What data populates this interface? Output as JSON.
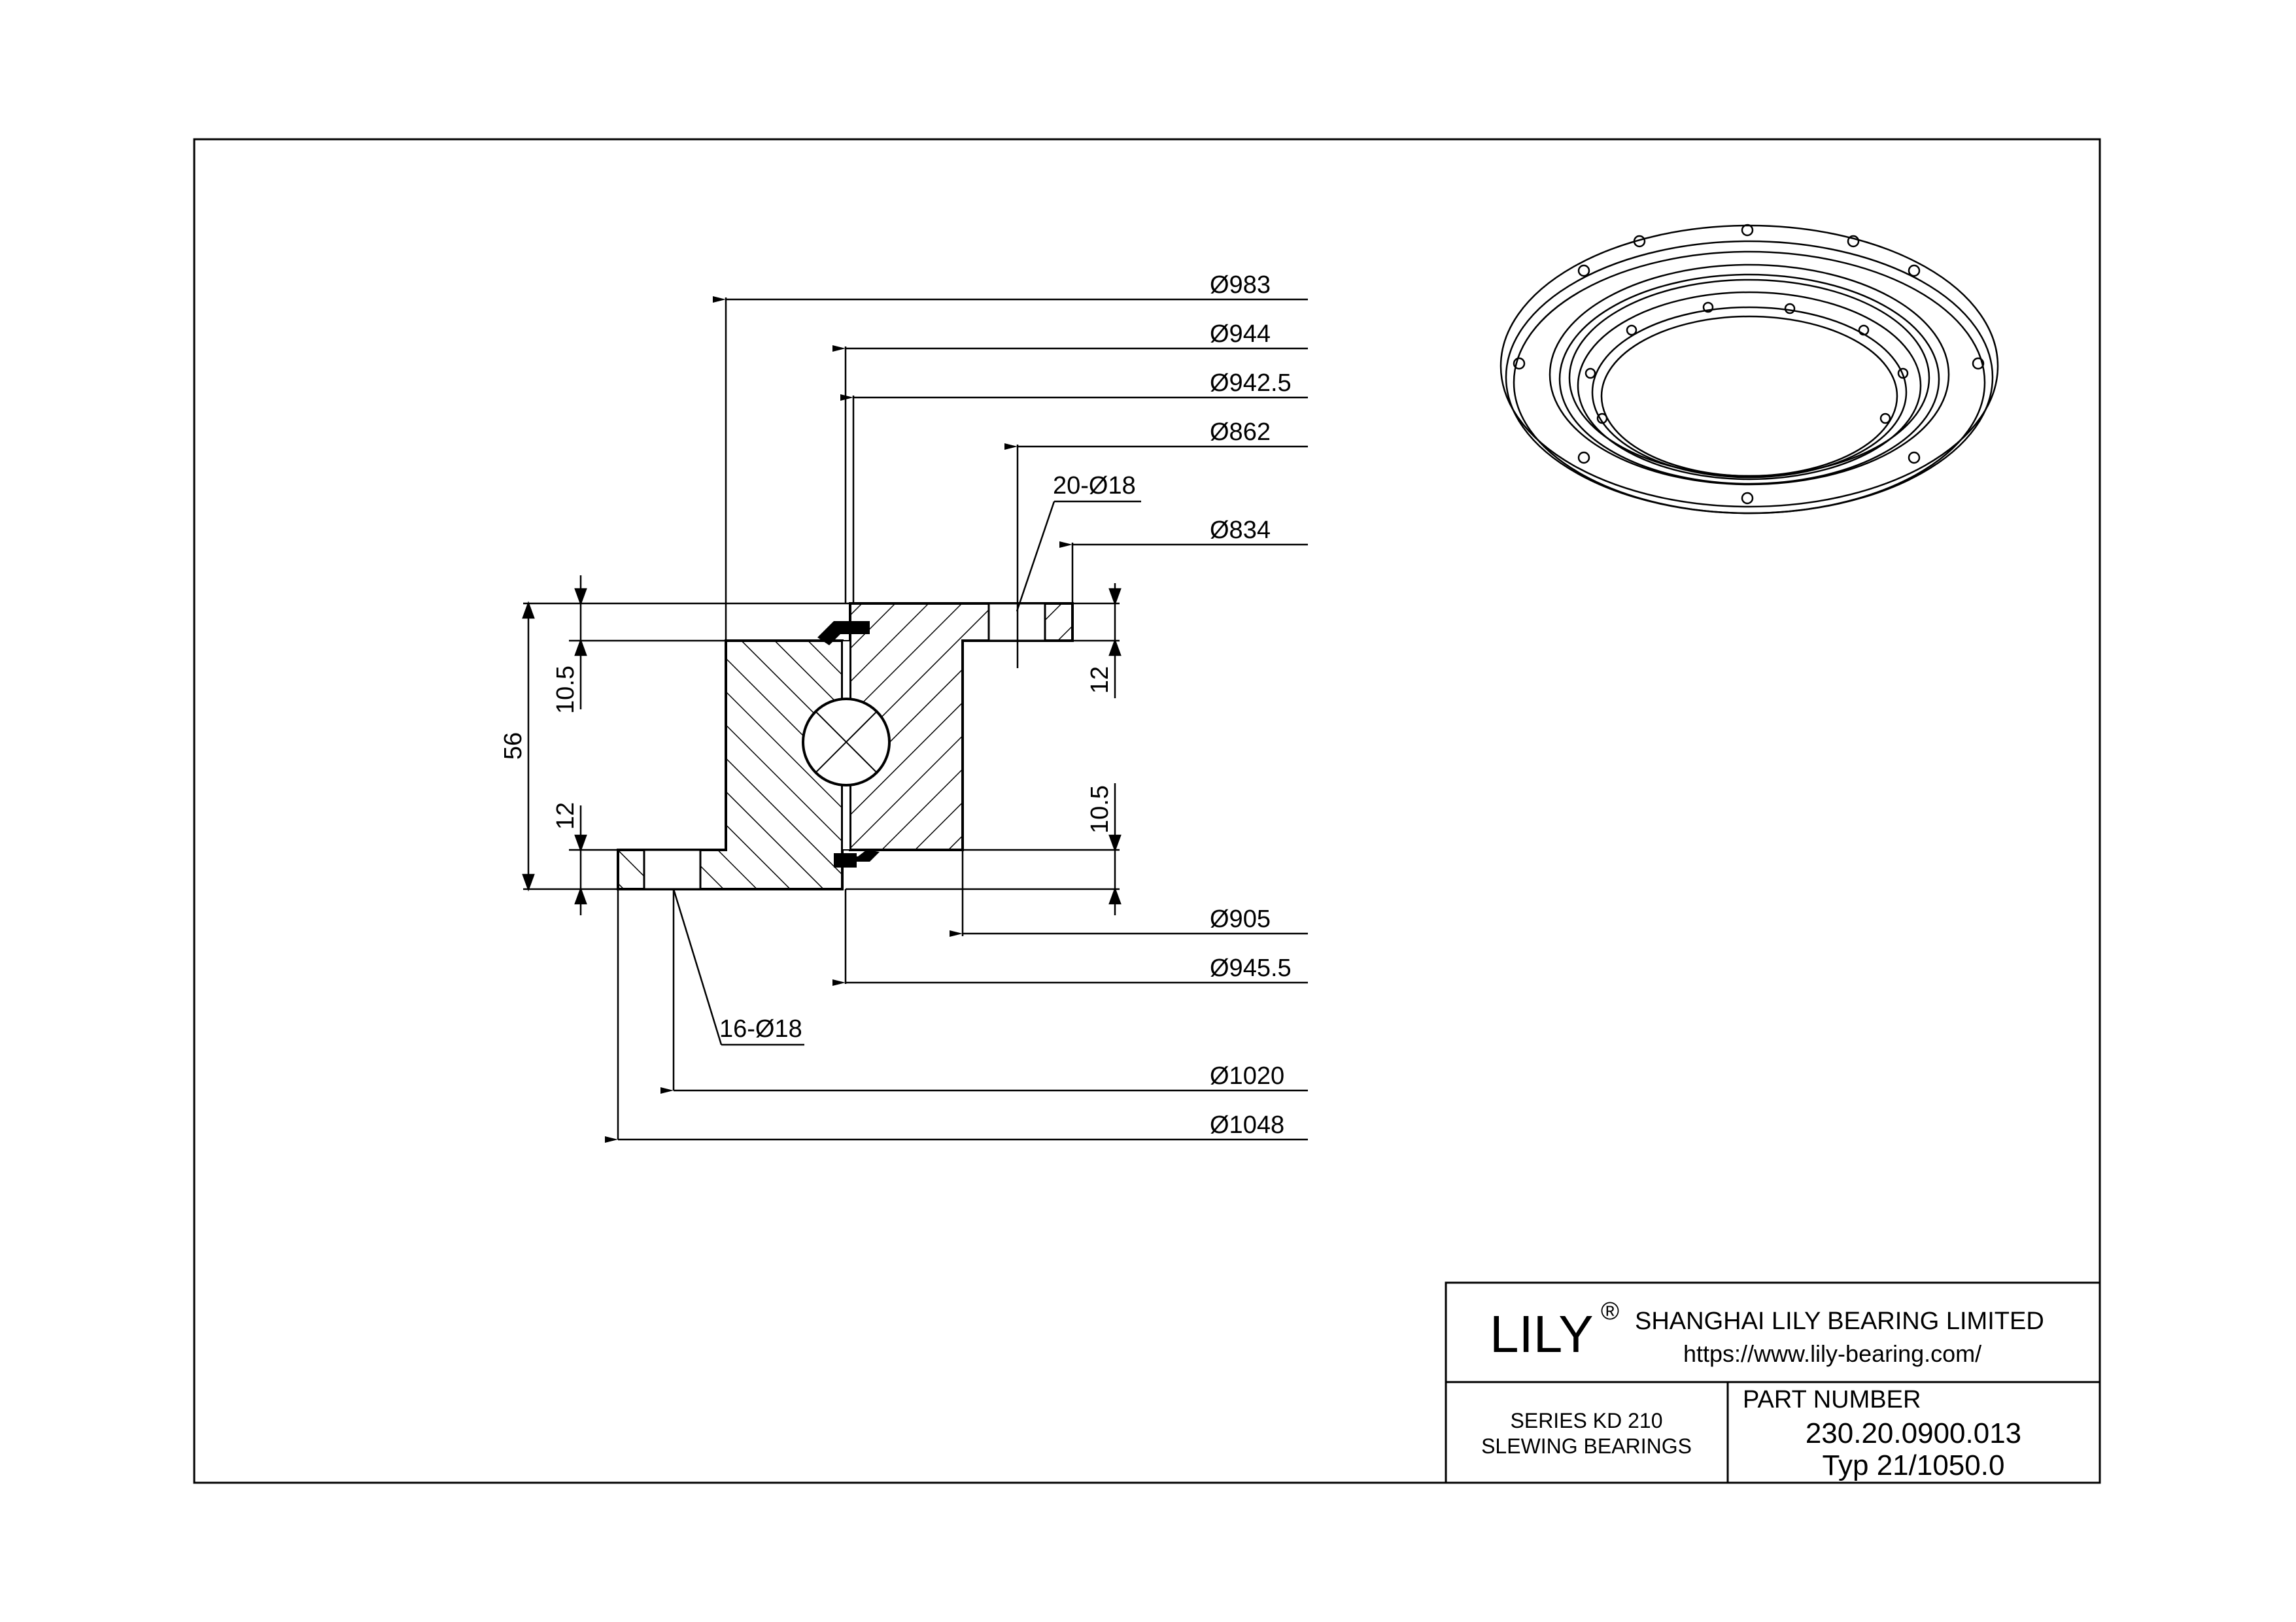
{
  "dimensions": {
    "d983": "Ø983",
    "d944": "Ø944",
    "d942_5": "Ø942.5",
    "d862": "Ø862",
    "holes_top": "20-Ø18",
    "d834": "Ø834",
    "d905": "Ø905",
    "d945_5": "Ø945.5",
    "holes_bottom": "16-Ø18",
    "d1020": "Ø1020",
    "d1048": "Ø1048",
    "height_total": "56",
    "left_upper": "10.5",
    "left_lower": "12",
    "right_upper": "12",
    "right_lower": "10.5"
  },
  "title_block": {
    "brand": "LILY",
    "registered": "®",
    "company": "SHANGHAI LILY BEARING LIMITED",
    "url": "https://www.lily-bearing.com/",
    "series": "SERIES  KD  210",
    "category": "SLEWING BEARINGS",
    "part_label": "PART  NUMBER",
    "part_number": "230.20.0900.013",
    "part_type": "Typ 21/1050.0"
  }
}
